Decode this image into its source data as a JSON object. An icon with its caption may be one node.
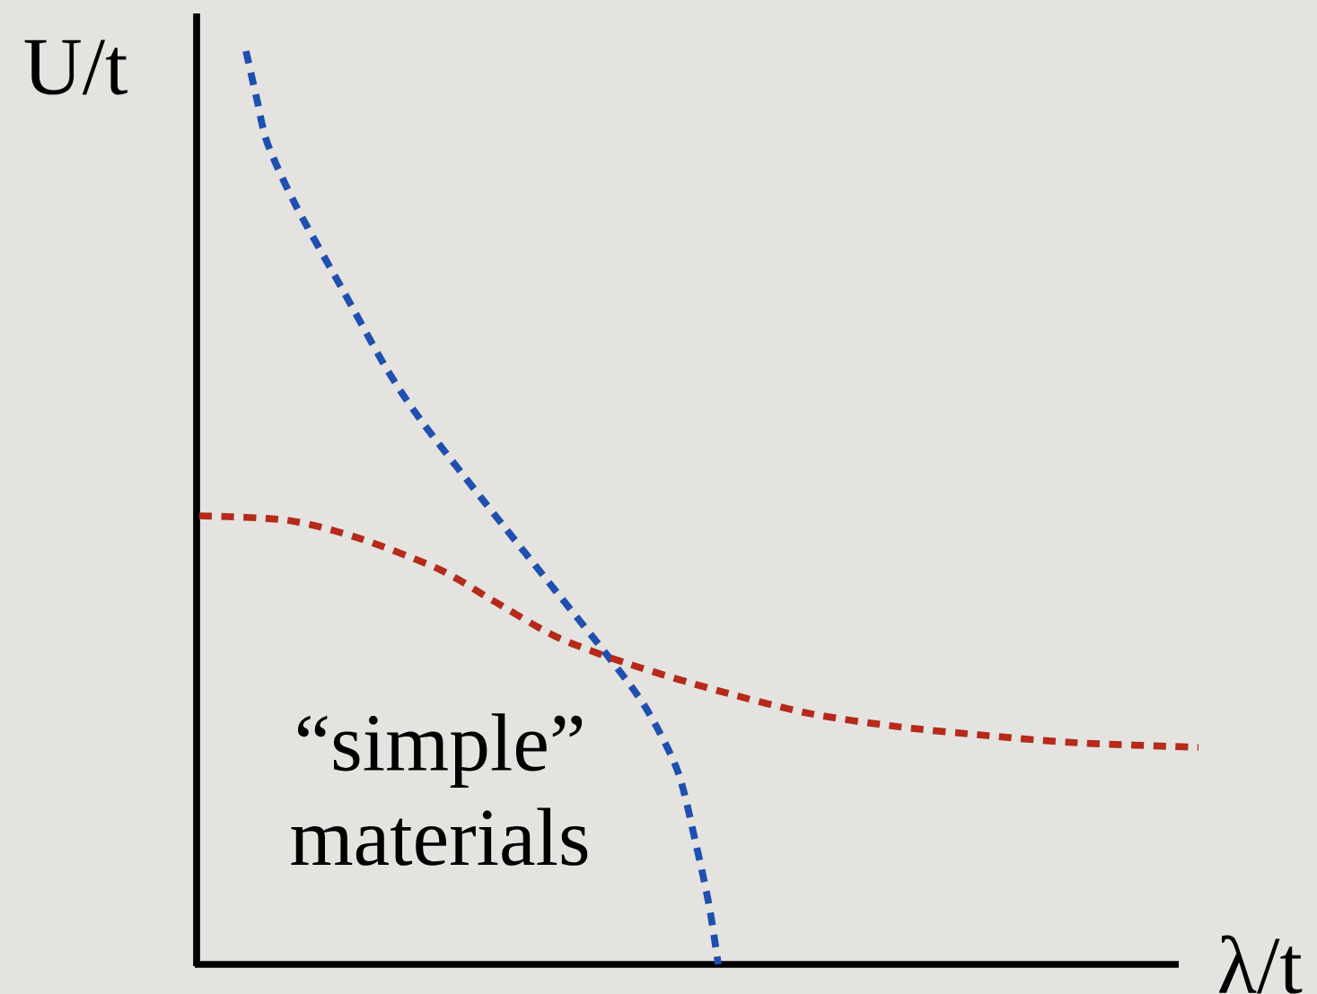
{
  "diagram": {
    "labels": [
      "U/t",
      "λ/t",
      "“simple” materials"
    ]
  }
}
